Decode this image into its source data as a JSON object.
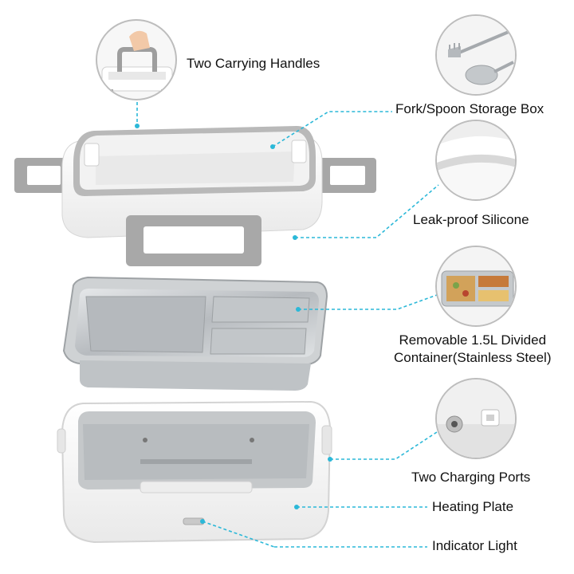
{
  "callouts": {
    "carrying_handles": "Two Carrying Handles",
    "storage_box": "Fork/Spoon Storage Box",
    "silicone": "Leak-proof Silicone",
    "container": "Removable 1.5L Divided\nContainer(Stainless Steel)",
    "charging_ports": "Two Charging Ports",
    "heating_plate": "Heating Plate",
    "indicator_light": "Indicator Light"
  },
  "colors": {
    "leader_line": "#2bb8d8",
    "handle_gray": "#9e9e9e",
    "shell_white": "#f4f4f4",
    "steel": "#c9ccce"
  },
  "icons": [
    "hand-icon",
    "fork-spoon-icon",
    "silicone-seal-icon",
    "food-container-icon",
    "charging-port-icon"
  ]
}
